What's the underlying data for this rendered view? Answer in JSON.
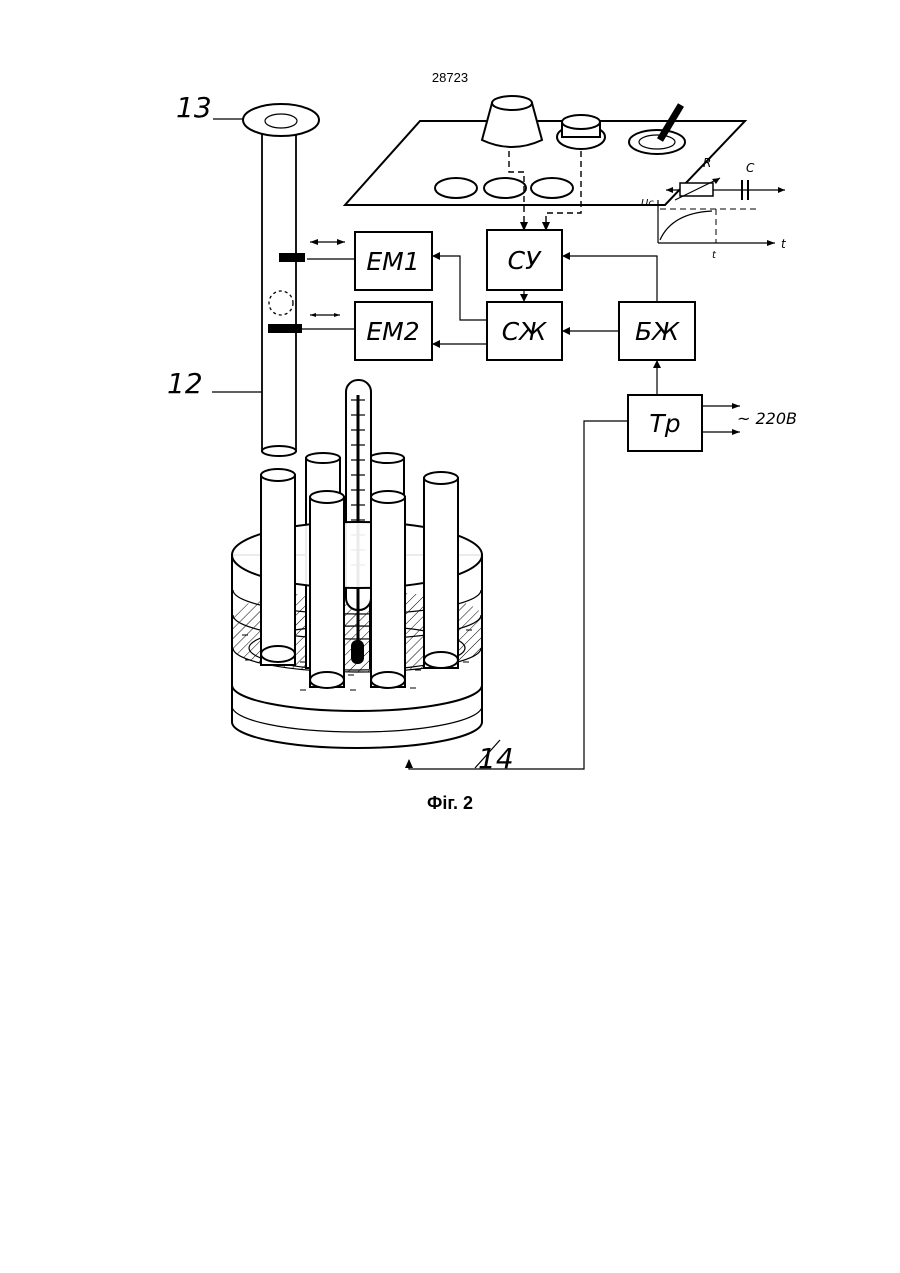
{
  "page_number": "28723",
  "caption": "Фіг. 2",
  "reference_numbers": {
    "n12": "12",
    "n13": "13",
    "n14": "14"
  },
  "blocks": {
    "em1": "ЕМ1",
    "em2": "ЕМ2",
    "su": "СУ",
    "szh": "СЖ",
    "bzh": "БЖ",
    "tr": "Тр"
  },
  "power": {
    "voltage": "~ 220В"
  },
  "rc_inset": {
    "r": "R",
    "c": "C",
    "axis_v": "Uc",
    "axis_t": "t",
    "tick_t": "t"
  }
}
